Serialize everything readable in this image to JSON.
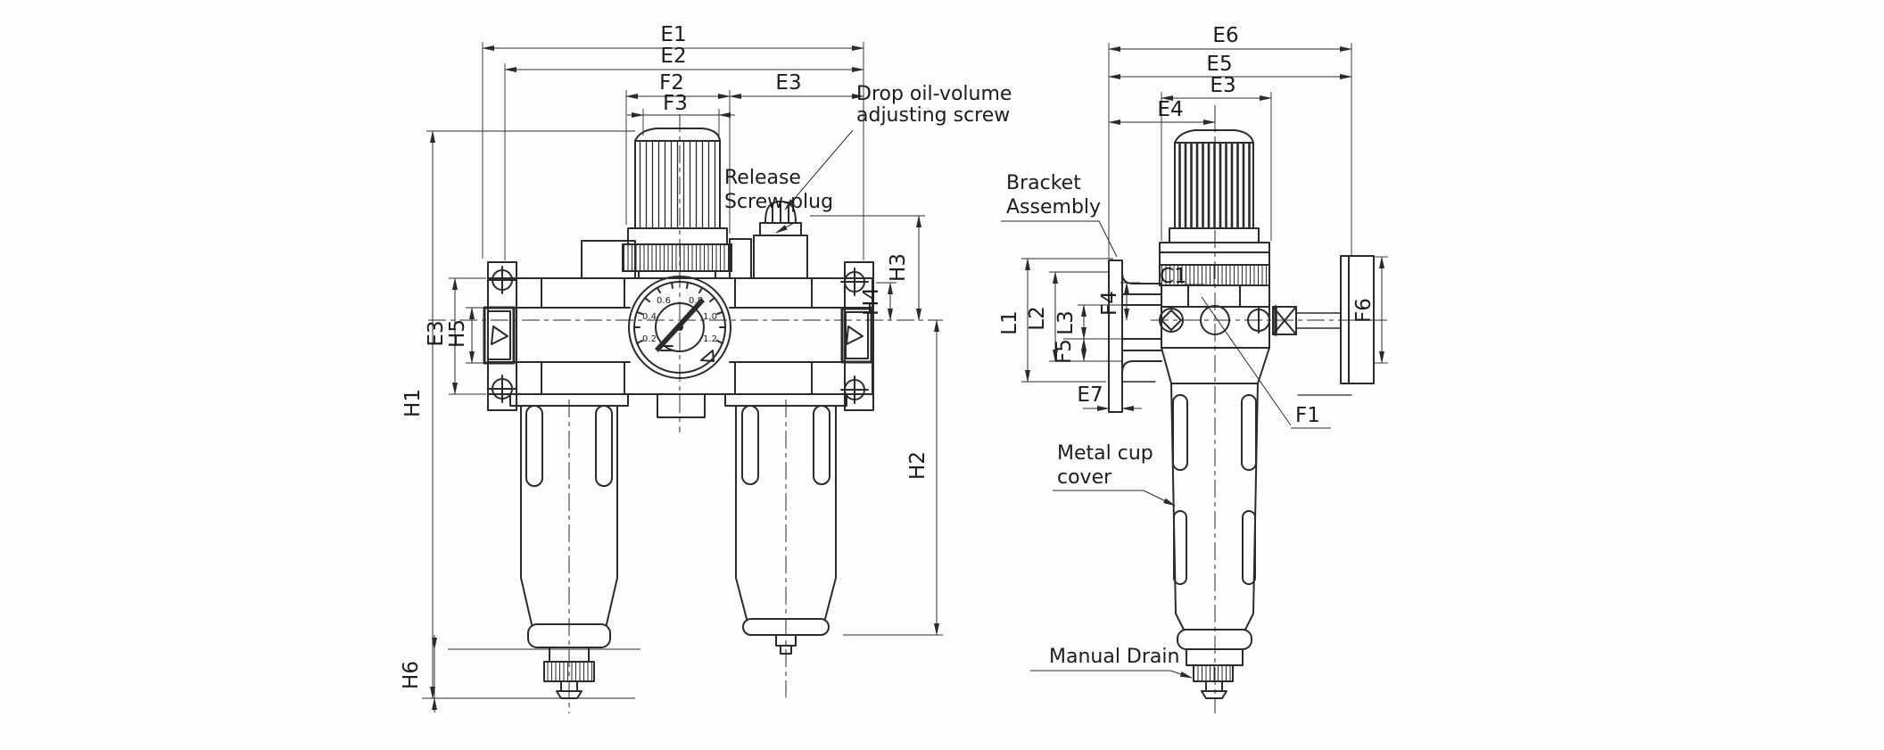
{
  "drawing": {
    "background": "#fdfdfd",
    "line_color": "#2b2b2b",
    "text_color": "#1c1c1c"
  },
  "front_view": {
    "dims": {
      "e1": "E1",
      "e2": "E2",
      "f2": "F2",
      "f3": "F3",
      "e3_top": "E3",
      "h1": "H1",
      "e3_left": "E3",
      "h5": "H5",
      "h6": "H6",
      "h3": "H3",
      "h4": "H4",
      "h2": "H2"
    },
    "callouts": {
      "drop_oil_line1": "Drop oil-volume",
      "drop_oil_line2": "adjusting screw",
      "release_line1": "Release",
      "release_line2": "Screw-plug"
    },
    "gauge": {
      "scale_labels": [
        "0.2",
        "0.4",
        "0.6",
        "0.8",
        "1.0",
        "1.2"
      ]
    }
  },
  "side_view": {
    "dims": {
      "e6": "E6",
      "e5": "E5",
      "e3": "E3",
      "e4": "E4",
      "c1": "C1",
      "l1": "L1",
      "l2": "L2",
      "l3": "L3",
      "f4": "F4",
      "f5": "F5",
      "e7": "E7",
      "f6": "F6",
      "f1": "F1"
    },
    "callouts": {
      "bracket_line1": "Bracket",
      "bracket_line2": "Assembly",
      "metal_cup_line1": "Metal cup",
      "metal_cup_line2": "cover",
      "manual_drain": "Manual Drain"
    }
  }
}
